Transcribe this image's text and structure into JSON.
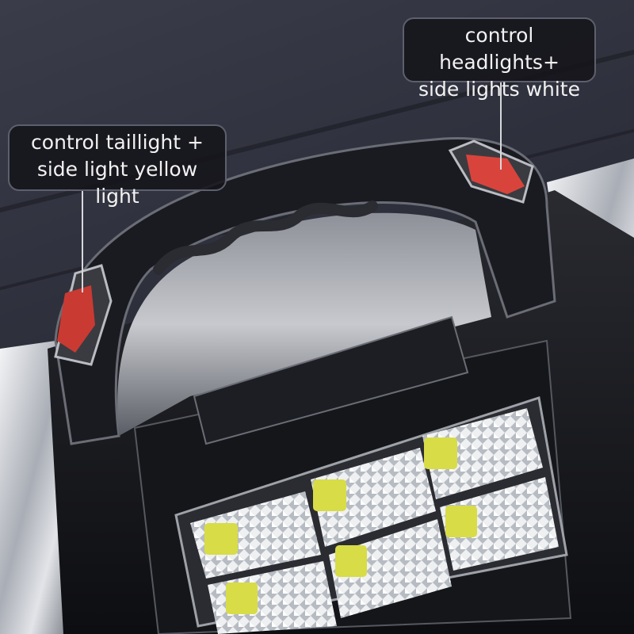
{
  "image": {
    "subject": "Portable rechargeable LED work light / searchlight with carry handle",
    "background_color": "#2c2e3a"
  },
  "callouts": {
    "right": {
      "line1": "control headlights+",
      "line2": "side lights white"
    },
    "left": {
      "line1": "control taillight +",
      "line2": "side light yellow light"
    }
  },
  "buttons": {
    "right_button_color": "#d8443c",
    "left_button_color": "#c93a33"
  },
  "led_panel": {
    "modules": 6,
    "rows": 2,
    "columns": 3,
    "chip_color": "#d8dc46",
    "reflector_color": "#e8ecee"
  },
  "colors": {
    "body": "#141519",
    "chrome": "#b9bcc2",
    "callout_bg": "#14151a",
    "callout_border": "#5d606c",
    "callout_text": "#f2f2f2"
  }
}
